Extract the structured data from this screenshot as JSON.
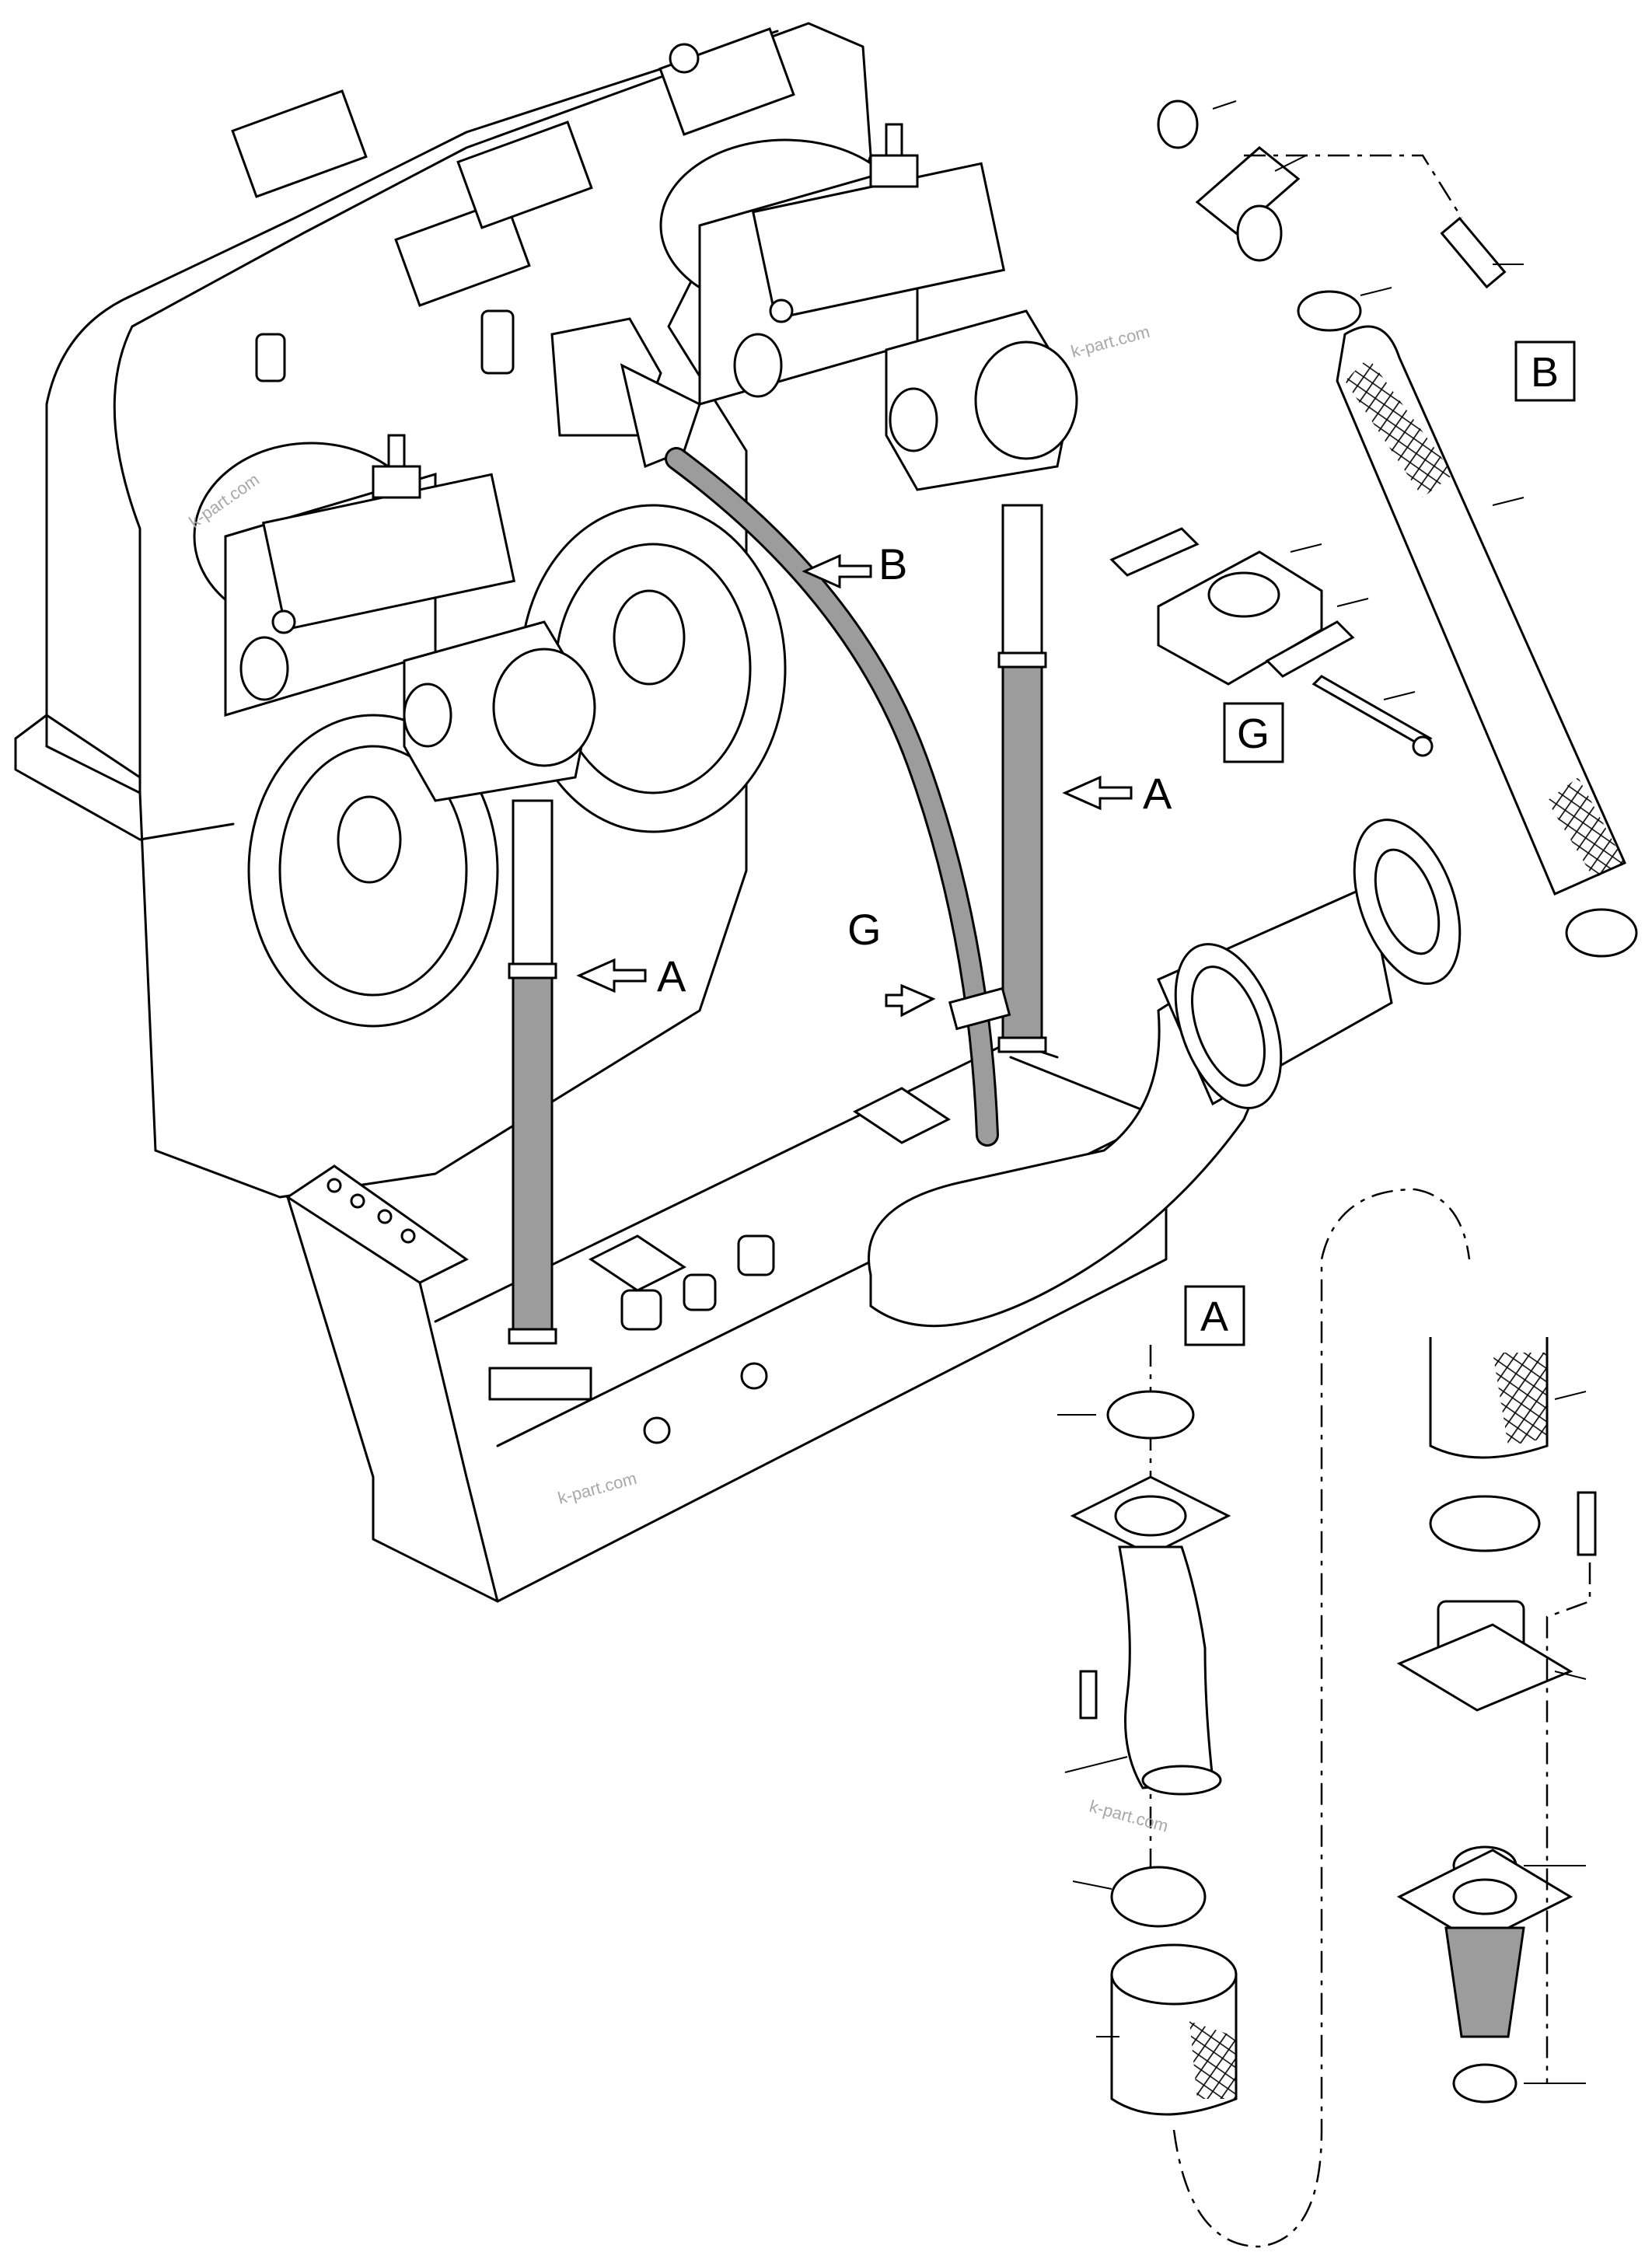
{
  "callouts": {
    "a": "A",
    "b": "B",
    "g": "G"
  },
  "arrow_labels": {
    "a_left": "A",
    "a_right": "A",
    "b": "B",
    "g": "G"
  },
  "watermarks": [
    "k-part.com",
    "k-part.com",
    "k-part.com",
    "k-part.com"
  ]
}
